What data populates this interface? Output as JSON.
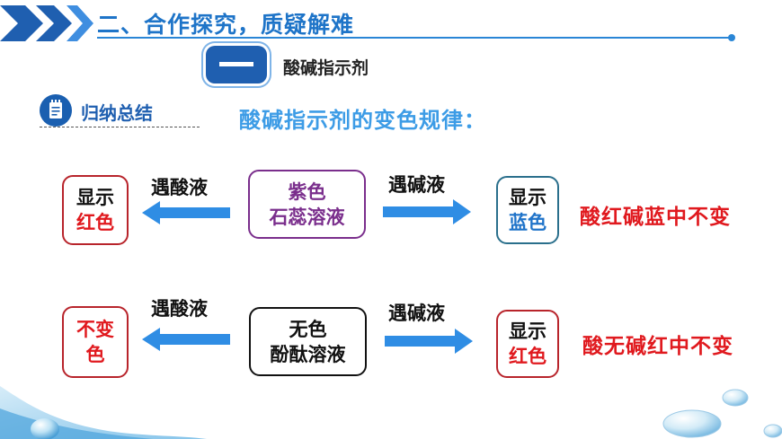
{
  "header": {
    "title": "二、合作探究，质疑解难"
  },
  "section": {
    "badge": "一",
    "label": "酸碱指示剂"
  },
  "summary": {
    "label": "归纳总结",
    "rule_title": "酸碱指示剂的变色规律："
  },
  "litmus": {
    "left_box": [
      "显示",
      "红色"
    ],
    "left_arrow": "遇酸液",
    "center_box": [
      "紫色",
      "石蕊溶液"
    ],
    "right_arrow": "遇碱液",
    "right_box": [
      "显示",
      "蓝色"
    ],
    "rule": "酸红碱蓝中不变"
  },
  "phenol": {
    "left_box": [
      "不变",
      "色"
    ],
    "left_arrow": "遇酸液",
    "center_box": [
      "无色",
      "酚酞溶液"
    ],
    "right_arrow": "遇碱液",
    "right_box": [
      "显示",
      "红色"
    ],
    "rule": "酸无碱红中不变"
  },
  "colors": {
    "accent": "#1e74c8",
    "red": "#e0191e",
    "purple": "#7a2e8c",
    "arrow": "#2f8de4"
  }
}
